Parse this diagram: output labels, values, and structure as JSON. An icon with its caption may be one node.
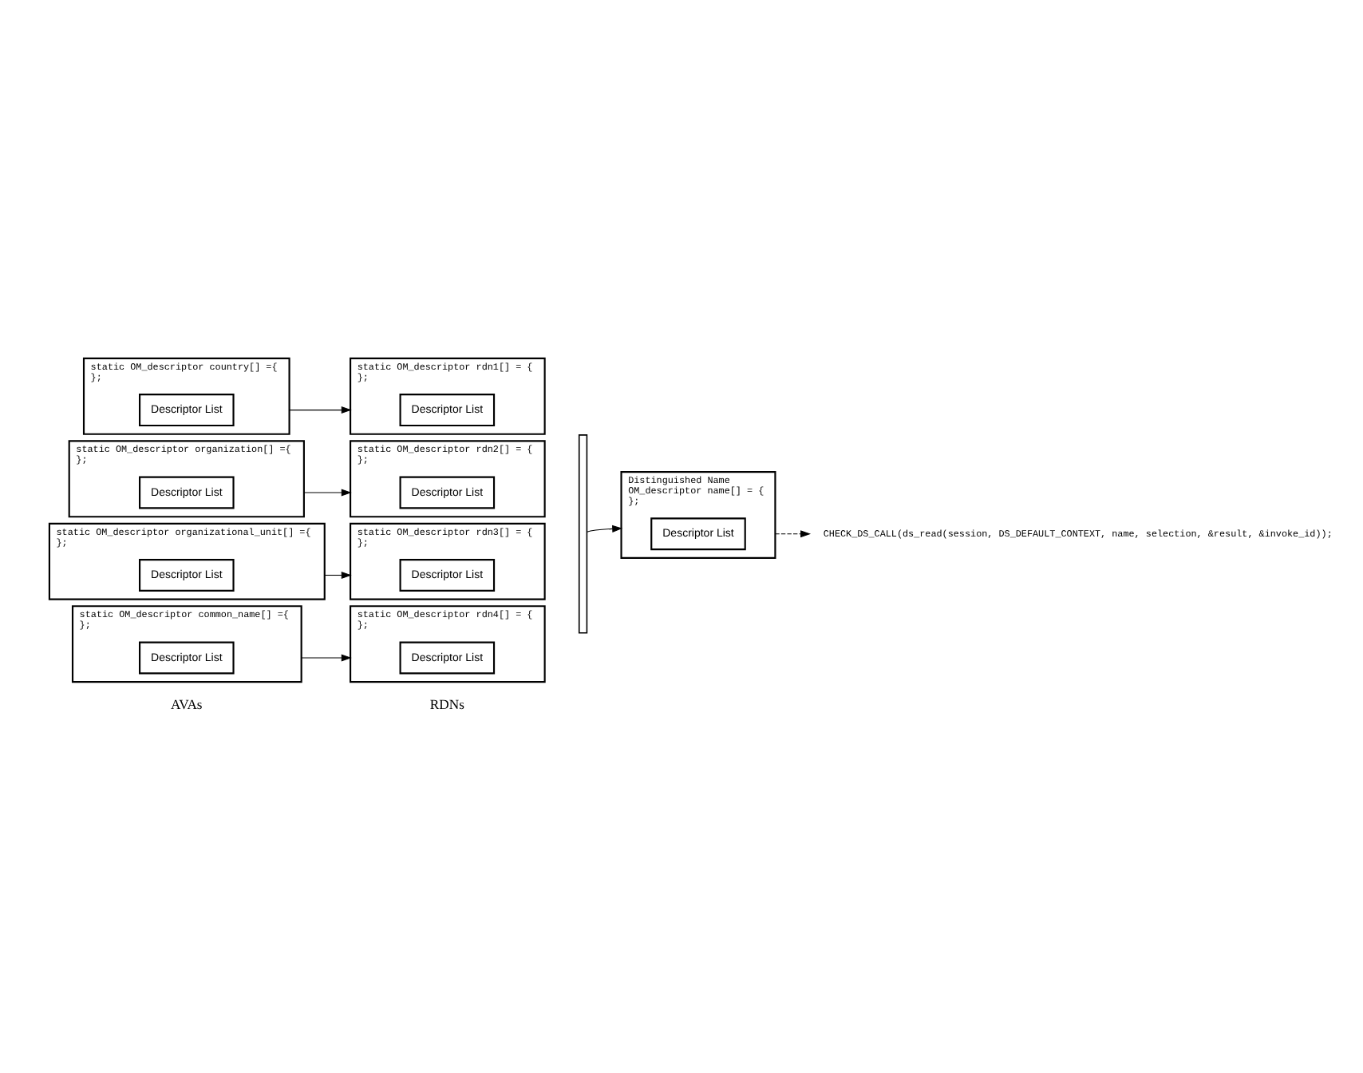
{
  "diagram": {
    "nodes": [
      {
        "text": [
          "static OM_descriptor country[] ={",
          "};"
        ]
      },
      {
        "text": [
          "Descriptor List"
        ],
        "in": 0
      },
      {
        "text": [
          "static OM_descriptor rdn1[] = {",
          "};"
        ]
      },
      {
        "text": [
          "Descriptor List"
        ],
        "in": 2
      },
      {
        "text": [
          "static OM_descriptor organization[] ={",
          "};"
        ]
      },
      {
        "text": [
          "Descriptor List"
        ],
        "in": 4
      },
      {
        "text": [
          "static OM_descriptor rdn2[] = {",
          "};"
        ]
      },
      {
        "text": [
          "Descriptor List"
        ],
        "in": 6
      },
      {
        "text": [
          "static OM_descriptor organizational_unit[] ={",
          "};"
        ]
      },
      {
        "text": [
          "Descriptor List"
        ],
        "in": 8
      },
      {
        "text": [
          "static OM_descriptor rdn3[] = {",
          "};"
        ]
      },
      {
        "text": [
          "Descriptor List"
        ],
        "in": 10
      },
      {
        "text": [
          "static OM_descriptor common_name[] ={",
          "};"
        ]
      },
      {
        "text": [
          "Descriptor List"
        ],
        "in": 12
      },
      {
        "text": [
          "static OM_descriptor rdn4[] = {",
          "};"
        ]
      },
      {
        "text": [
          "Descriptor List"
        ],
        "in": 14
      },
      {
        "text": [],
        "shape": "bracket"
      },
      {
        "text": [
          "Distinguished Name",
          "OM_descriptor name[] = {",
          "};"
        ]
      },
      {
        "text": [
          "Descriptor List"
        ],
        "in": 17
      },
      {
        "text": [
          "CHECK_DS_CALL(ds_read(session, DS_DEFAULT_CONTEXT, name, selection, &result, &invoke_id));"
        ]
      }
    ],
    "edges": [
      {
        "from": 0,
        "to": 2,
        "arrow": "to"
      },
      {
        "from": 4,
        "to": 6,
        "arrow": "to"
      },
      {
        "from": 8,
        "to": 10,
        "arrow": "to"
      },
      {
        "from": 12,
        "to": 14,
        "arrow": "to"
      },
      {
        "from": 16,
        "to": 17,
        "arrow": "to"
      },
      {
        "from": 17,
        "to": 19,
        "arrow": "to",
        "style": "dashed"
      }
    ],
    "labels": [
      "AVAs",
      "RDNs"
    ]
  }
}
